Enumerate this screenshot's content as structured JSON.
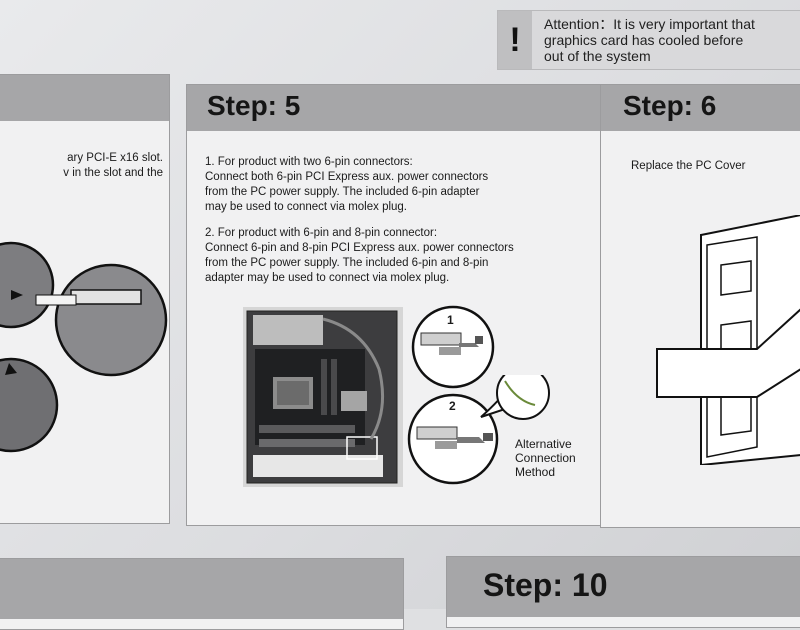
{
  "attention": {
    "icon": "exclamation-icon",
    "icon_glyph": "!",
    "lines": [
      "Attention：It is very important that",
      "graphics card has cooled before",
      "out of the system"
    ]
  },
  "prev_panel": {
    "lines": [
      "ary PCI-E x16 slot.",
      "v in the slot and the"
    ]
  },
  "step5": {
    "title": "Step: 5",
    "instructions": [
      "1. For product with two 6-pin connectors:",
      "Connect both 6-pin PCI Express aux. power connectors",
      "from the PC power supply. The included 6-pin adapter",
      "may be used to connect via molex plug.",
      "2. For product with 6-pin and 8-pin connector:",
      "Connect 6-pin and 8-pin PCI Express aux. power connectors",
      "from the PC power supply. The included 6-pin and 8-pin",
      "adapter may be used to connect via molex plug."
    ],
    "callout_1": "1",
    "callout_2": "2",
    "alt_label": [
      "Alternative",
      "Connection",
      "Method"
    ]
  },
  "step6": {
    "title": "Step: 6",
    "text": "Replace the PC Cover"
  },
  "step10": {
    "title": "Step: 10"
  }
}
